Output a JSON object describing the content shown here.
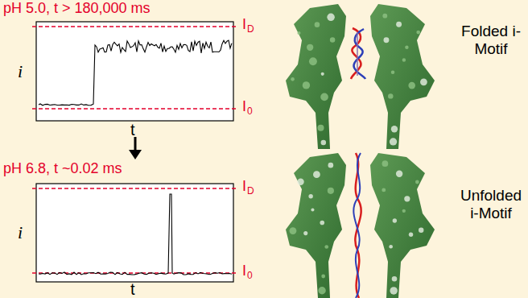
{
  "diagram": {
    "labels": [
      "pH 5.0, t > 180,000 ms",
      "i",
      "I",
      "D",
      "I",
      "0",
      "t",
      "pH 6.8, t ~0.02 ms",
      "i",
      "I",
      "D",
      "I",
      "0",
      "t",
      "Folded i-Motif",
      "Unfolded i-Motif"
    ]
  }
}
